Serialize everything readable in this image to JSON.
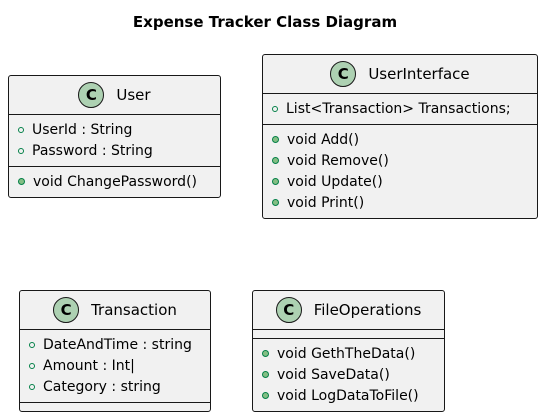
{
  "title": "Expense Tracker Class Diagram",
  "stereotype_letter": "C",
  "colors": {
    "class_fill": "#f1f1f1",
    "border": "#181818",
    "stereotype_fill": "#add1b2",
    "visibility_green": "#038048",
    "method_dot_fill": "#84be84"
  },
  "icons": {
    "field": "public-field-circle-icon",
    "method": "public-method-filled-circle-icon"
  },
  "classes": {
    "user": {
      "name": "User",
      "fields": [
        "UserId : String",
        "Password : String"
      ],
      "methods": [
        "void ChangePassword()"
      ]
    },
    "user_interface": {
      "name": "UserInterface",
      "fields": [
        "List<Transaction> Transactions;"
      ],
      "methods": [
        "void Add()",
        "void Remove()",
        "void Update()",
        "void Print()"
      ]
    },
    "transaction": {
      "name": "Transaction",
      "fields": [
        "DateAndTime : string",
        "Amount : Int|",
        "Category : string"
      ],
      "methods": []
    },
    "file_operations": {
      "name": "FileOperations",
      "fields": [],
      "methods": [
        "void GethTheData()",
        "void SaveData()",
        "void LogDataToFile()"
      ]
    }
  }
}
